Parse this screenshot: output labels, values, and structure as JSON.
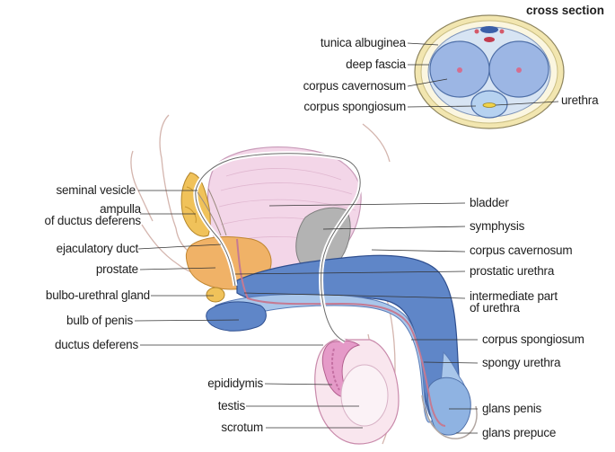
{
  "cross_section": {
    "title": "cross section",
    "labels": {
      "tunica_albuginea": "tunica albuginea",
      "deep_fascia": "deep fascia",
      "corpus_cavernosum": "corpus cavernosum",
      "corpus_spongiosum": "corpus spongiosum",
      "urethra": "urethra"
    }
  },
  "left_labels": {
    "seminal_vesicle": "seminal vesicle",
    "ampulla_line1": "ampulla",
    "ampulla_line2": "of ductus deferens",
    "ejaculatory_duct": "ejaculatory duct",
    "prostate": "prostate",
    "bulbo_urethral_gland": "bulbo-urethral gland",
    "bulb_of_penis": "bulb of penis",
    "ductus_deferens": "ductus deferens"
  },
  "bottom_labels": {
    "epididymis": "epididymis",
    "testis": "testis",
    "scrotum": "scrotum"
  },
  "right_labels": {
    "bladder": "bladder",
    "symphysis": "symphysis",
    "corpus_cavernosum": "corpus cavernosum",
    "prostatic_urethra": "prostatic urethra",
    "intermediate_line1": "intermediate part",
    "intermediate_line2": "of urethra",
    "corpus_spongiosum": "corpus spongiosum",
    "spongy_urethra": "spongy urethra",
    "glans_penis": "glans penis",
    "glans_prepuce": "glans prepuce"
  },
  "colors": {
    "cavernosum_blue": "#5f86c8",
    "spongiosum_light_blue": "#a9c6ea",
    "bladder_pink": "#f1cde3",
    "prostate_orange": "#f0b267",
    "seminal_yellow": "#f0c25a",
    "scrotum_pink": "#e59ac8",
    "symphysis_gray": "#b3b3b3",
    "fascia_yellow": "#efe2a3"
  }
}
